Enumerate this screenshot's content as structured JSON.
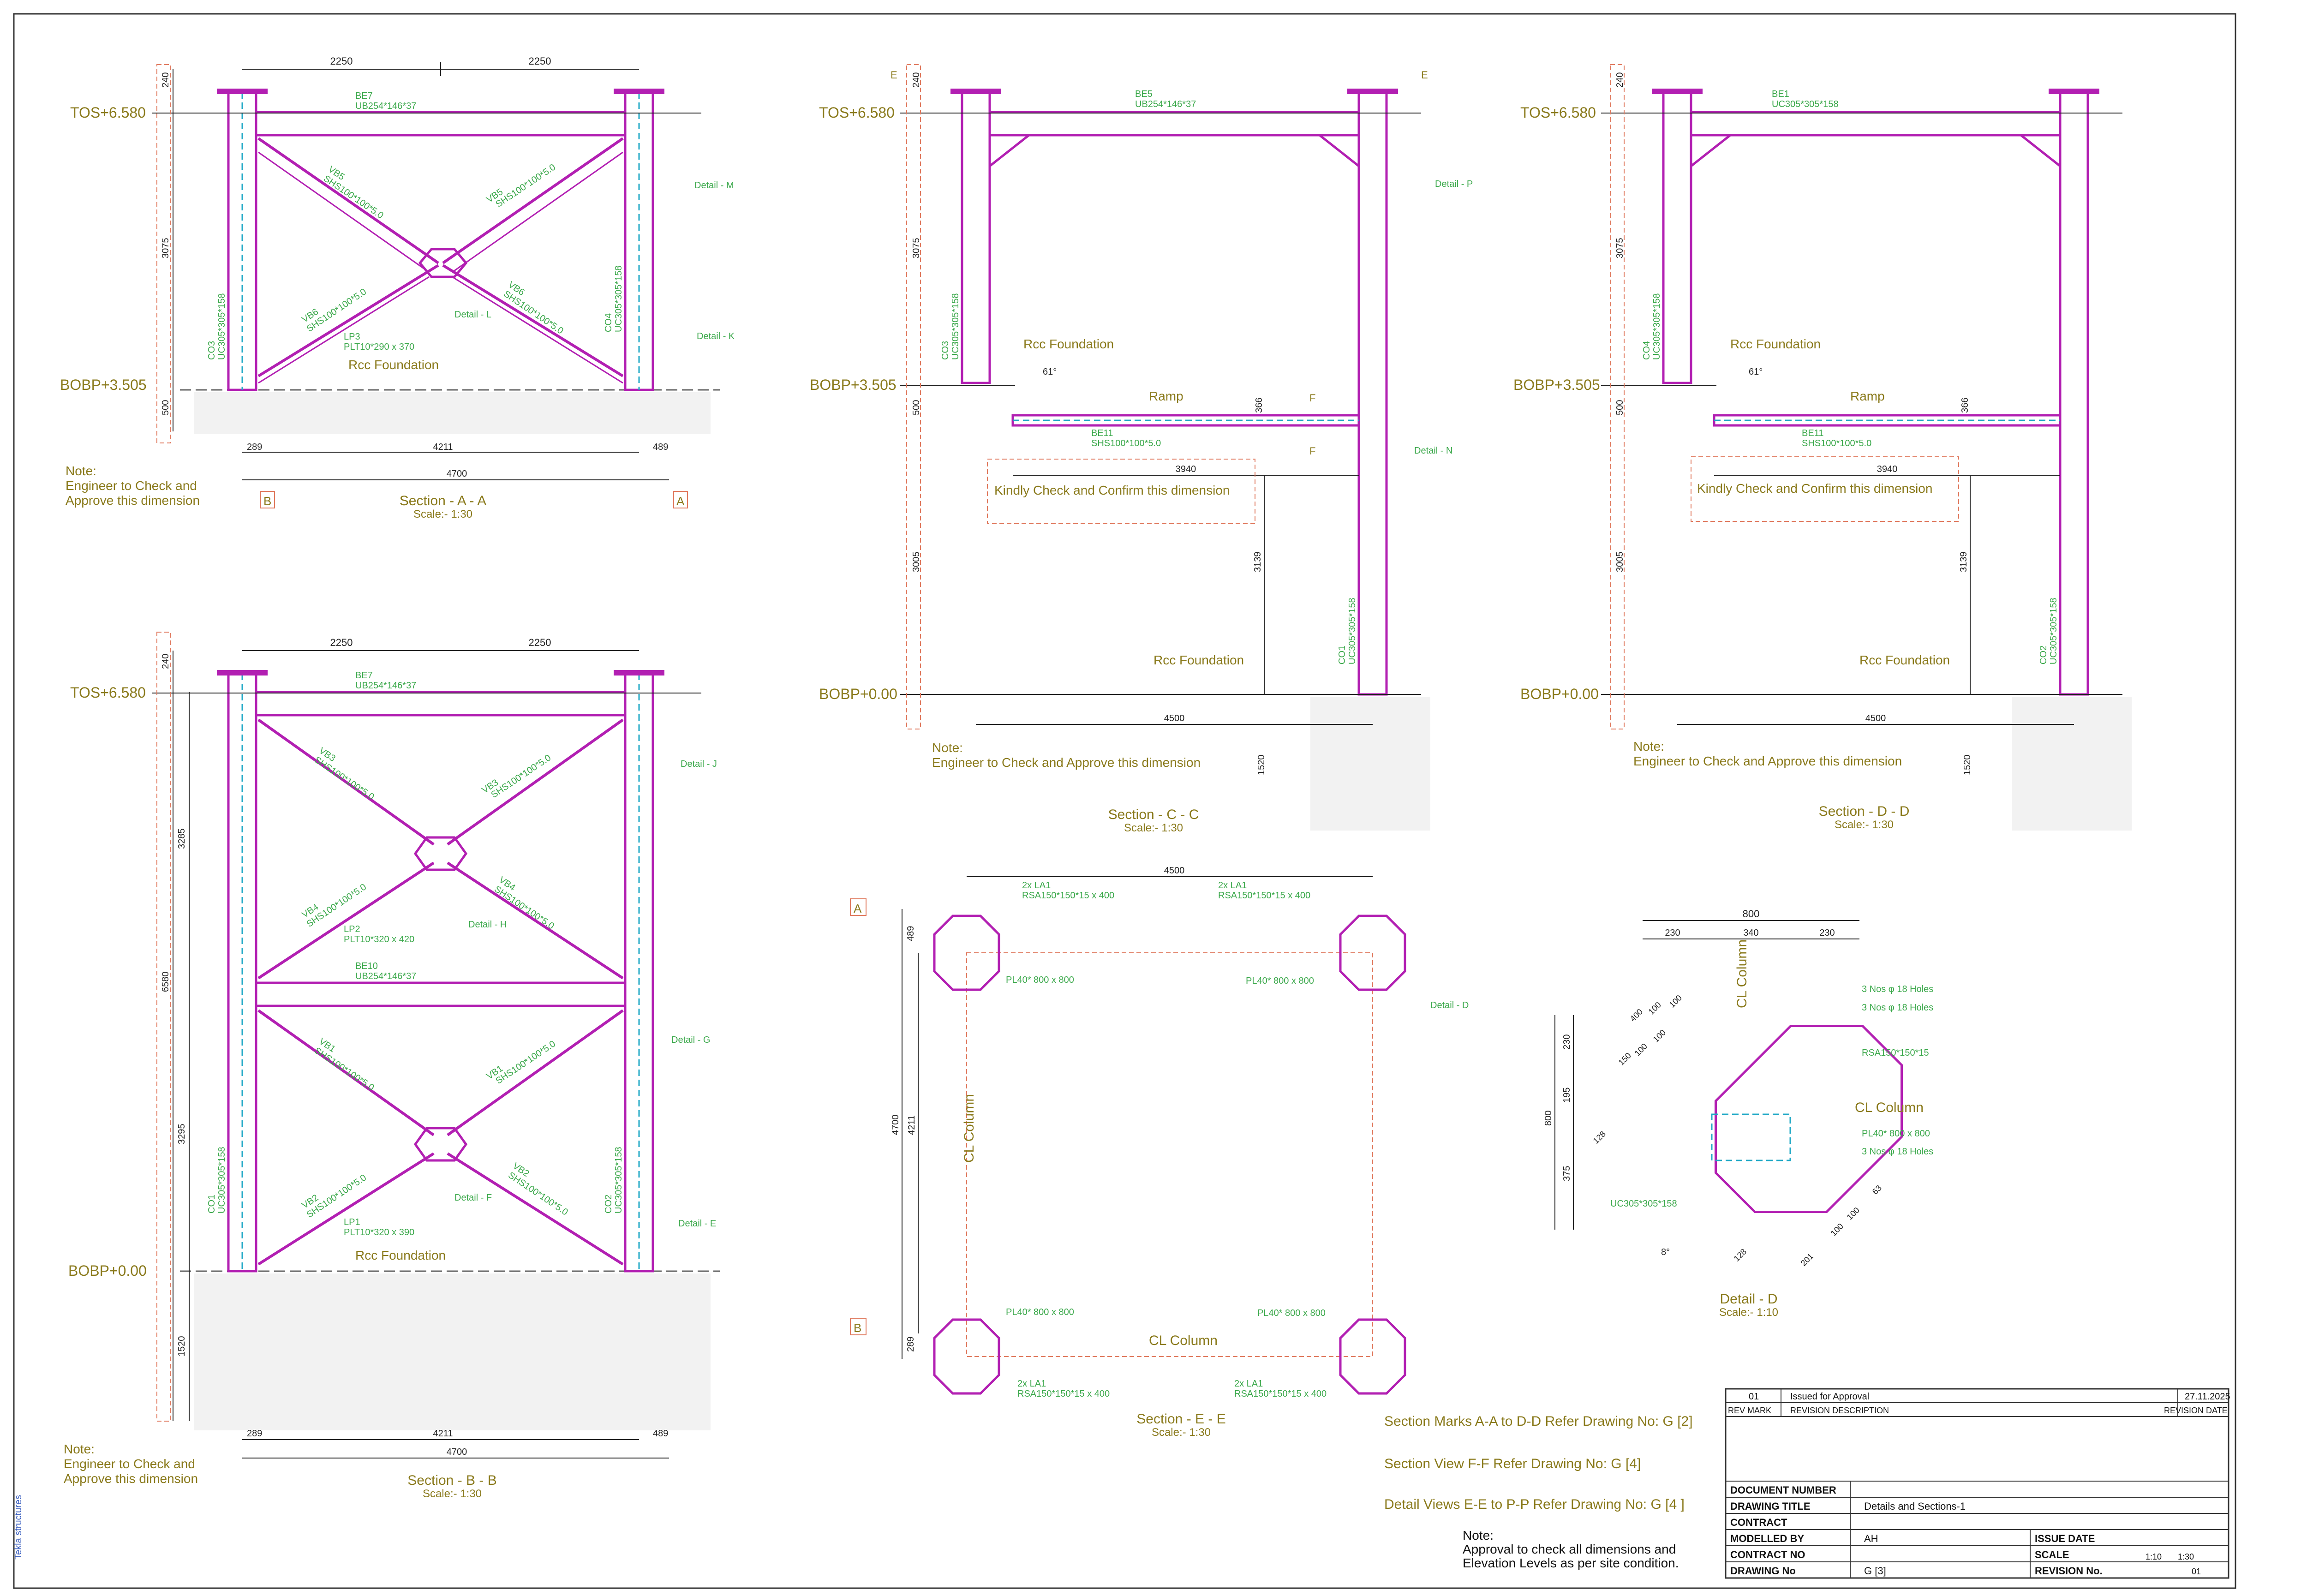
{
  "colors": {
    "member": "#b21fb2",
    "weld": "#1fa8c6",
    "dimension": "#222222",
    "level_label": "#8a7a1c",
    "member_label": "#3aa84a",
    "callout_box": "#e07a5f",
    "concrete": "#cccccc"
  },
  "section_aa": {
    "top_dims": [
      "2250",
      "2250"
    ],
    "level_top": "TOS+6.580",
    "level_bottom": "BOBP+3.505",
    "beam_top": [
      "BE7",
      "UB254*146*37"
    ],
    "brace_ul": [
      "VB5",
      "SHS100*100*5.0"
    ],
    "brace_ur": [
      "VB5",
      "SHS100*100*5.0"
    ],
    "brace_ll": [
      "VB6",
      "SHS100*100*5.0"
    ],
    "brace_lr": [
      "VB6",
      "SHS100*100*5.0"
    ],
    "col_left": [
      "CO3",
      "UC305*305*158"
    ],
    "col_right": [
      "CO4",
      "UC305*305*158"
    ],
    "plate": [
      "LP3",
      "PLT10*290 x 370"
    ],
    "detail_m": "Detail - M",
    "detail_l": "Detail - L",
    "detail_k": "Detail - K",
    "rcc": "Rcc Foundation",
    "dim_240": "240",
    "dim_3075": "3075",
    "dim_500": "500",
    "bottom_dims": [
      "289",
      "4211",
      "489"
    ],
    "overall": "4700",
    "note": [
      "Note:",
      "Engineer to Check and",
      "Approve this dimension"
    ],
    "mark_left": "B",
    "mark_right": "A",
    "title": "Section - A - A",
    "scale": "Scale:- 1:30"
  },
  "section_bb": {
    "top_dims": [
      "2250",
      "2250"
    ],
    "level_top": "TOS+6.580",
    "level_bottom": "BOBP+0.00",
    "beam_top": [
      "BE7",
      "UB254*146*37"
    ],
    "beam_mid": [
      "BE10",
      "UB254*146*37"
    ],
    "brace_ul": [
      "VB3",
      "SHS100*100*5.0"
    ],
    "brace_ur": [
      "VB3",
      "SHS100*100*5.0"
    ],
    "brace_ml": [
      "VB4",
      "SHS100*100*5.0"
    ],
    "brace_mr": [
      "VB4",
      "SHS100*100*5.0"
    ],
    "brace_ll": [
      "VB1",
      "SHS100*100*5.0"
    ],
    "brace_lr": [
      "VB1",
      "SHS100*100*5.0"
    ],
    "brace_bl": [
      "VB2",
      "SHS100*100*5.0"
    ],
    "brace_br": [
      "VB2",
      "SHS100*100*5.0"
    ],
    "col_left": [
      "CO1",
      "UC305*305*158"
    ],
    "col_right": [
      "CO2",
      "UC305*305*158"
    ],
    "plate_top": [
      "LP2",
      "PLT10*320 x 420"
    ],
    "plate_bot": [
      "LP1",
      "PLT10*320 x 390"
    ],
    "detail_j": "Detail - J",
    "detail_h": "Detail - H",
    "detail_g": "Detail - G",
    "detail_f": "Detail - F",
    "detail_e": "Detail - E",
    "rcc": "Rcc Foundation",
    "dim_240": "240",
    "dim_3285": "3285",
    "dim_6580": "6580",
    "dim_3295": "3295",
    "dim_1520": "1520",
    "bottom_dims": [
      "289",
      "4211",
      "489"
    ],
    "overall": "4700",
    "note": [
      "Note:",
      "Engineer to Check and",
      "Approve this dimension"
    ],
    "title": "Section - B - B",
    "scale": "Scale:- 1:30"
  },
  "section_cc": {
    "level_top": "TOS+6.580",
    "level_mid": "BOBP+3.505",
    "level_bottom": "BOBP+0.00",
    "beam_top": [
      "BE5",
      "UB254*146*37"
    ],
    "ramp_beam": [
      "BE11",
      "SHS100*100*5.0"
    ],
    "col_left": [
      "CO3",
      "UC305*305*158"
    ],
    "col_right": [
      "CO1",
      "UC305*305*158"
    ],
    "detail_p": "Detail - P",
    "detail_n": "Detail - N",
    "mark_e": "E",
    "mark_f": "F",
    "rcc_top": "Rcc Foundation",
    "rcc_bottom": "Rcc Foundation",
    "ramp": "Ramp",
    "angle": "61°",
    "dim_240": "240",
    "dim_3075": "3075",
    "dim_500": "500",
    "dim_3005": "3005",
    "dim_366": "366",
    "dim_3940": "3940",
    "dim_3139": "3139",
    "dim_4500": "4500",
    "dim_1520": "1520",
    "check": "Kindly Check and Confirm this dimension",
    "note": [
      "Note:",
      "Engineer to Check and Approve this dimension"
    ],
    "title": "Section - C - C",
    "scale": "Scale:- 1:30"
  },
  "section_dd": {
    "level_top": "TOS+6.580",
    "level_mid": "BOBP+3.505",
    "level_bottom": "BOBP+0.00",
    "beam_top": [
      "BE1",
      "UC305*305*158"
    ],
    "ramp_beam": [
      "BE11",
      "SHS100*100*5.0"
    ],
    "col_left": [
      "CO4",
      "UC305*305*158"
    ],
    "col_right": [
      "CO2",
      "UC305*305*158"
    ],
    "rcc_top": "Rcc Foundation",
    "rcc_bottom": "Rcc Foundation",
    "ramp": "Ramp",
    "angle": "61°",
    "dim_240": "240",
    "dim_3075": "3075",
    "dim_500": "500",
    "dim_3005": "3005",
    "dim_366": "366",
    "dim_3940": "3940",
    "dim_3139": "3139",
    "dim_4500": "4500",
    "dim_1520": "1520",
    "check": "Kindly Check and Confirm this dimension",
    "note": [
      "Note:",
      "Engineer to Check and Approve this dimension"
    ],
    "title": "Section - D - D",
    "scale": "Scale:- 1:30"
  },
  "section_ee": {
    "dim_top": "4500",
    "dim_489": "489",
    "dim_289": "289",
    "dim_4700": "4700",
    "dim_4211": "4211",
    "mark_a": "A",
    "mark_b": "B",
    "la_tl": [
      "2x LA1",
      "RSA150*150*15 x 400"
    ],
    "la_tr": [
      "2x LA1",
      "RSA150*150*15 x 400"
    ],
    "la_bl": [
      "2x LA1",
      "RSA150*150*15 x 400"
    ],
    "la_br": [
      "2x LA1",
      "RSA150*150*15 x 400"
    ],
    "pl_tl": "PL40* 800 x 800",
    "pl_tr": "PL40* 800 x 800",
    "pl_bl": "PL40* 800 x 800",
    "pl_br": "PL40* 800 x 800",
    "detail_d": "Detail - D",
    "cl_vert": "CL Column",
    "cl_horz": "CL Column",
    "title": "Section - E - E",
    "scale": "Scale:- 1:30"
  },
  "detail_d": {
    "dim_800": "800",
    "dims_top": [
      "230",
      "340",
      "230"
    ],
    "dims_left": [
      "230",
      "195",
      "375"
    ],
    "dim_800_left": "800",
    "diag_ul": [
      "400",
      "100",
      "100",
      "150",
      "100",
      "100"
    ],
    "diag_lr": [
      "201",
      "100",
      "100",
      "63"
    ],
    "dim_128a": "128",
    "dim_128b": "128",
    "holes_1": "3 Nos φ 18 Holes",
    "holes_2": "3 Nos φ 18 Holes",
    "holes_3": "3 Nos φ 18 Holes",
    "rsa": "RSA150*150*15",
    "pl": "PL40* 800 x 800",
    "uc": "UC305*305*158",
    "cl_vert": "CL Column",
    "cl_horz": "CL Column",
    "angle": "8°",
    "title": "Detail - D",
    "scale": "Scale:- 1:10"
  },
  "refs": [
    "Section Marks A-A to D-D Refer Drawing No: G [2]",
    "Section View F-F Refer Drawing No: G [4]",
    "Detail Views E-E to P-P Refer Drawing No: G [4 ]"
  ],
  "final_note": [
    "Note:",
    "Approval to check all dimensions and",
    "Elevation Levels as per site condition."
  ],
  "title_block": {
    "rev": "01",
    "rev_desc": "Issued for Approval",
    "rev_date": "27.11.2025",
    "hdr_rev_mark": "REV MARK",
    "hdr_rev_desc": "REVISION DESCRIPTION",
    "hdr_rev_date": "REVISION DATE",
    "document_number_label": "DOCUMENT NUMBER",
    "drawing_title_label": "DRAWING TITLE",
    "drawing_title": "Details and Sections-1",
    "contract_label": "CONTRACT",
    "modelled_by_label": "MODELLED BY",
    "modelled_by": "AH",
    "issue_date_label": "ISSUE DATE",
    "contract_no_label": "CONTRACT NO",
    "scale_label": "SCALE",
    "scale_value_a": "1:10",
    "scale_value_b": "1:30",
    "drawing_no_label": "DRAWING No",
    "drawing_no": "G   [3]",
    "revision_no_label": "REVISION No.",
    "revision_no": "01"
  },
  "margin_text": "Tekla structures"
}
